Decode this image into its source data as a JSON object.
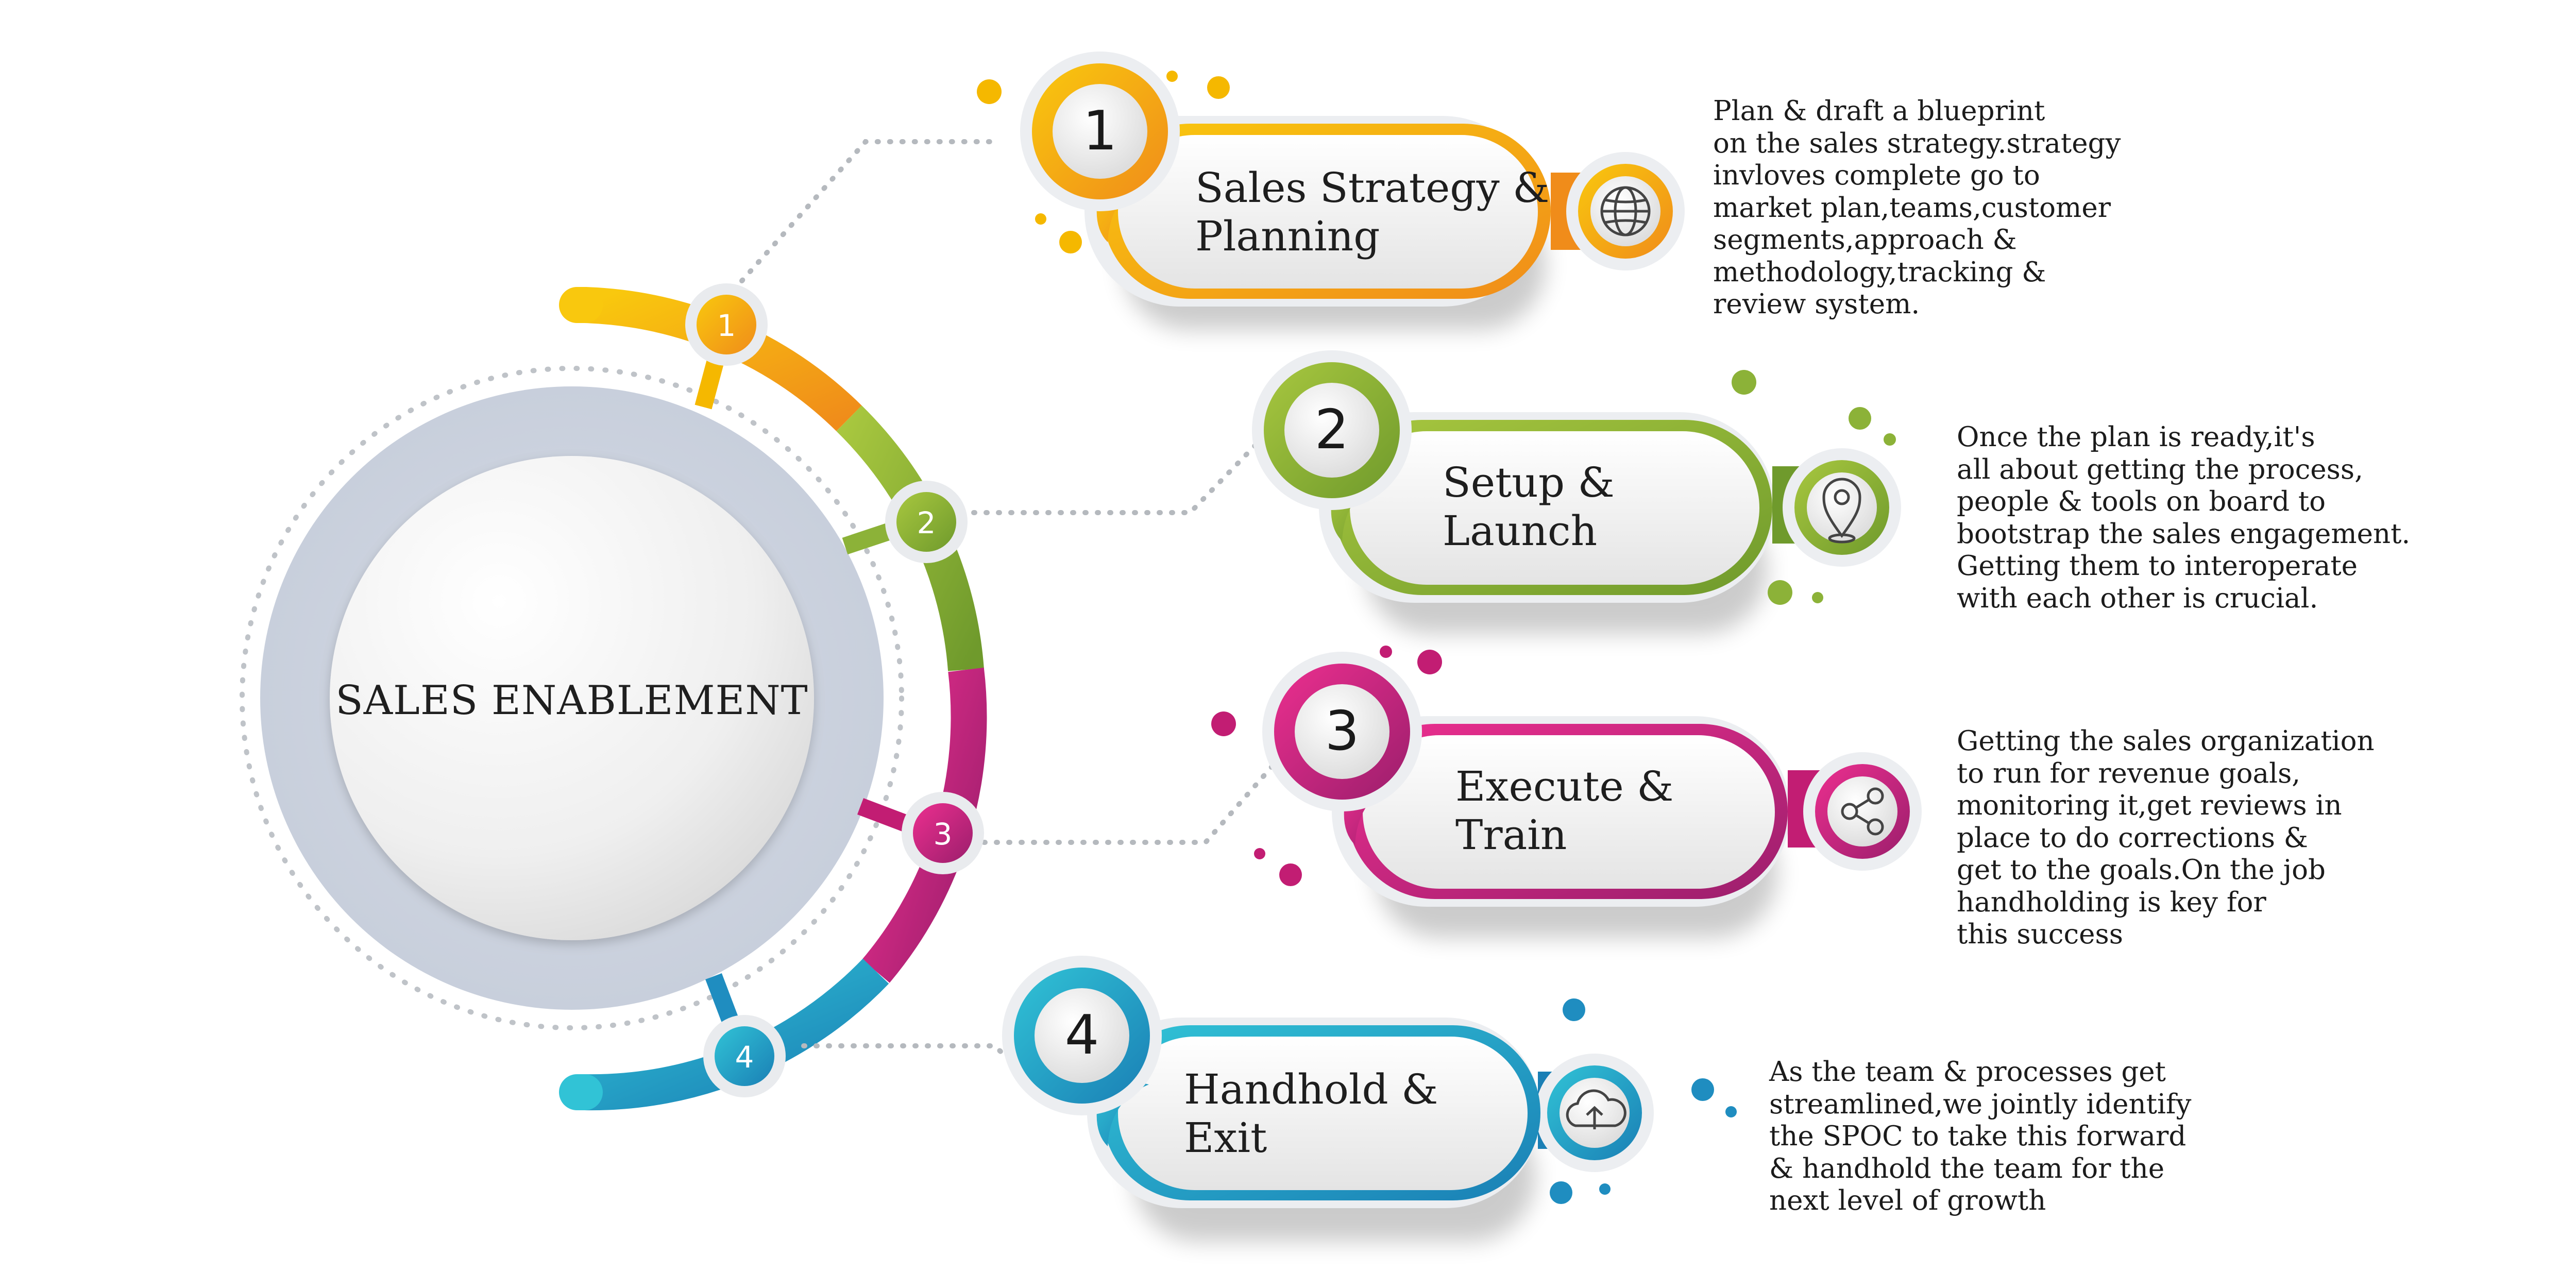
{
  "diagram": {
    "center_title": "SALES ENABLEMENT",
    "steps": [
      {
        "number": "1",
        "title": "Sales Strategy &\nPlanning",
        "description": "Plan & draft a blueprint\non the sales strategy.strategy\ninvloves complete go to\nmarket plan,teams,customer\nsegments,approach &\nmethodology,tracking &\nreview system.",
        "icon": "globe-icon",
        "color": "#F5B800",
        "color_dark": "#F08C1A"
      },
      {
        "number": "2",
        "title": "Setup &\nLaunch",
        "description": "Once the plan is ready,it's\nall about getting the process,\npeople & tools on board to\nbootstrap the sales engagement.\nGetting them to interoperate\nwith each other is crucial.",
        "icon": "location-pin-icon",
        "color": "#9BC13A",
        "color_dark": "#6F9A2C"
      },
      {
        "number": "3",
        "title": "Execute &\nTrain",
        "description": "Getting the sales organization\nto run for revenue goals,\nmonitoring it,get reviews in\nplace to do corrections &\nget to the goals.On the job\nhandholding is key for\nthis success",
        "icon": "share-icon",
        "color": "#E6298B",
        "color_dark": "#9B1E6C"
      },
      {
        "number": "4",
        "title": "Handhold &\nExit",
        "description": "As the team & processes get\nstreamlined,we jointly identify\nthe SPOC to take this forward\n& handhold the team for the\nnext level of growth",
        "icon": "cloud-upload-icon",
        "color": "#2DBBD3",
        "color_dark": "#1A7FB5"
      }
    ]
  }
}
